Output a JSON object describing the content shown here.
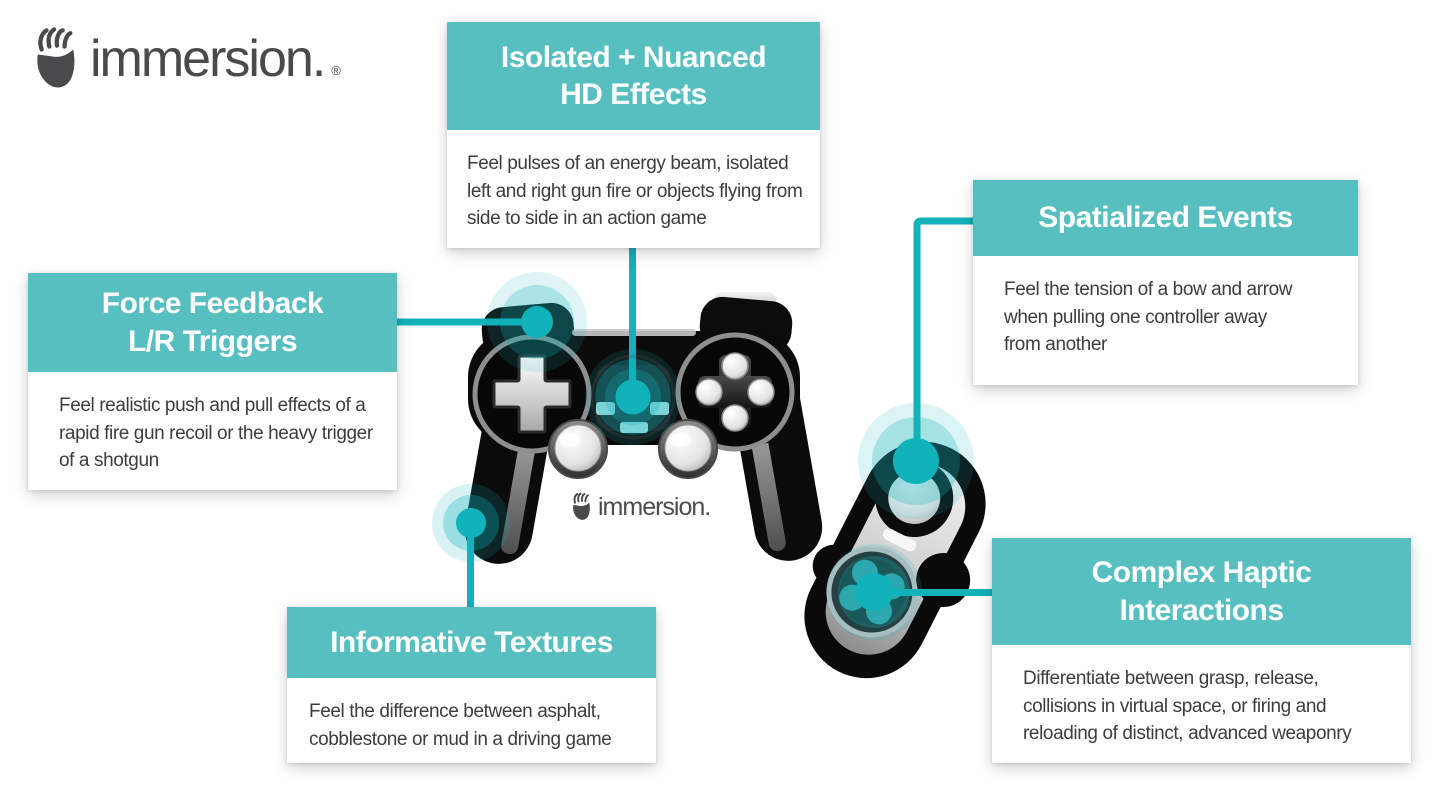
{
  "brand": {
    "wordmark": "immersion.",
    "registered": "®"
  },
  "gamepad_logo": {
    "wordmark": "immersion."
  },
  "colors": {
    "accent_teal": "#58bfc1",
    "line_teal": "#12b2ba",
    "body_text": "#3d3d3d",
    "logo_gray": "#4a4a4c"
  },
  "callouts": [
    {
      "id": "isolated-nuanced-hd-effects",
      "title_lines": [
        "Isolated + Nuanced",
        "HD Effects"
      ],
      "body": "Feel pulses of an energy beam, isolated left and right gun fire or objects flying from side to side in an action game"
    },
    {
      "id": "spatialized-events",
      "title_lines": [
        "Spatialized Events"
      ],
      "body": "Feel the tension of a bow and arrow when pulling one controller away from another"
    },
    {
      "id": "force-feedback-lr-triggers",
      "title_lines": [
        "Force Feedback",
        "L/R Triggers"
      ],
      "body": "Feel realistic push and pull effects of a rapid fire gun recoil or the heavy trigger of a shotgun"
    },
    {
      "id": "informative-textures",
      "title_lines": [
        "Informative Textures"
      ],
      "body": "Feel the difference between asphalt, cobblestone or mud in a driving game"
    },
    {
      "id": "complex-haptic-interactions",
      "title_lines": [
        "Complex Haptic",
        "Interactions"
      ],
      "body": "Differentiate between grasp, release, collisions in virtual space, or firing and reloading of distinct, advanced weaponry"
    }
  ]
}
